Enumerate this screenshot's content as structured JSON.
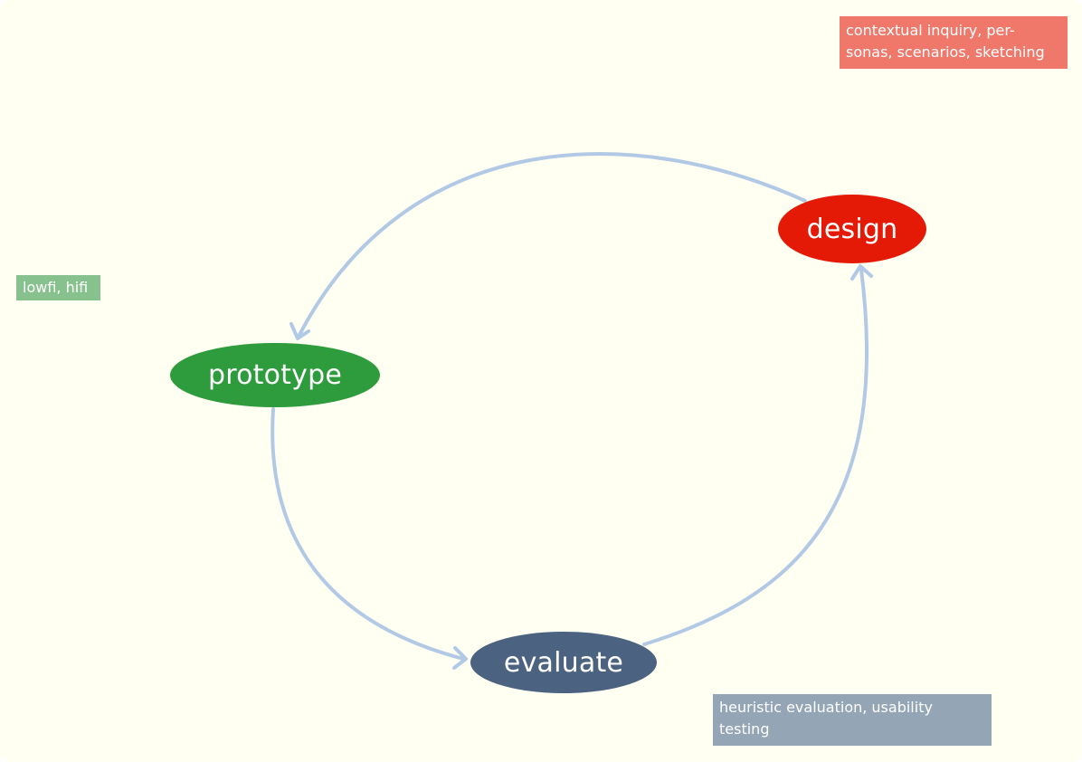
{
  "colors": {
    "background": "#fffff2",
    "arrow": "#b2c9e6",
    "design": "#e41a06",
    "prototype": "#2e9b3d",
    "evaluate": "#4b6380",
    "design_note": "#f0786b",
    "prototype_note": "#87c18d",
    "evaluate_note": "#94a5b5"
  },
  "nodes": {
    "design": "design",
    "prototype": "prototype",
    "evaluate": "evaluate"
  },
  "notes": {
    "design": "contextual inquiry, per-\nsonas, scenarios, sketching",
    "prototype": "lowfi, hifi",
    "evaluate": "heuristic evaluation, usability\ntesting"
  }
}
